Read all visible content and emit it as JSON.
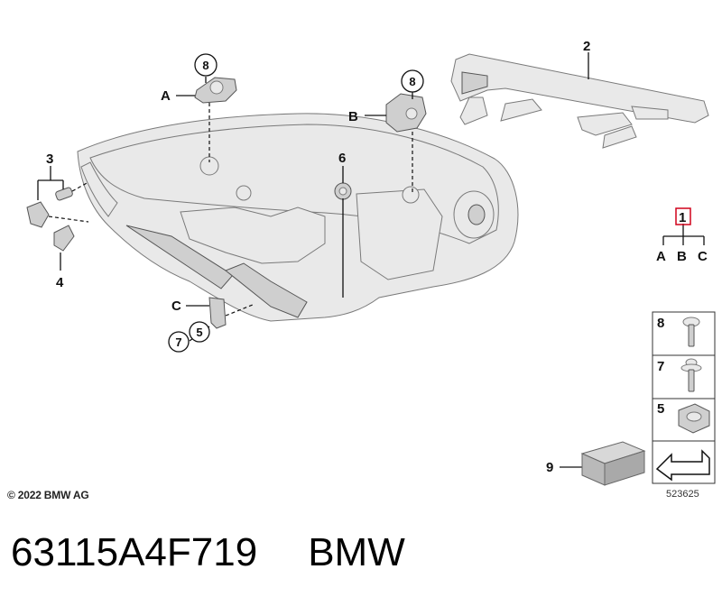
{
  "callouts": {
    "p1": "1",
    "p2": "2",
    "p3": "3",
    "p4": "4",
    "p5": "5",
    "p6": "6",
    "p7": "7",
    "p8": "8",
    "p9": "9",
    "A": "A",
    "B": "B",
    "C": "C"
  },
  "legend": {
    "items": [
      {
        "number": "8",
        "part": "screw-icon"
      },
      {
        "number": "7",
        "part": "screw-with-washer-icon"
      },
      {
        "number": "5",
        "part": "clip-nut-icon"
      }
    ],
    "arrow": "arrow-icon"
  },
  "copyright": "© 2022 BMW AG",
  "image_number": "523625",
  "footer": {
    "part_number": "63115A4F719",
    "brand": "BMW"
  },
  "colors": {
    "highlight": "#d0021b",
    "part_fill": "#e9e9e9",
    "outline": "#7a7a7a"
  }
}
